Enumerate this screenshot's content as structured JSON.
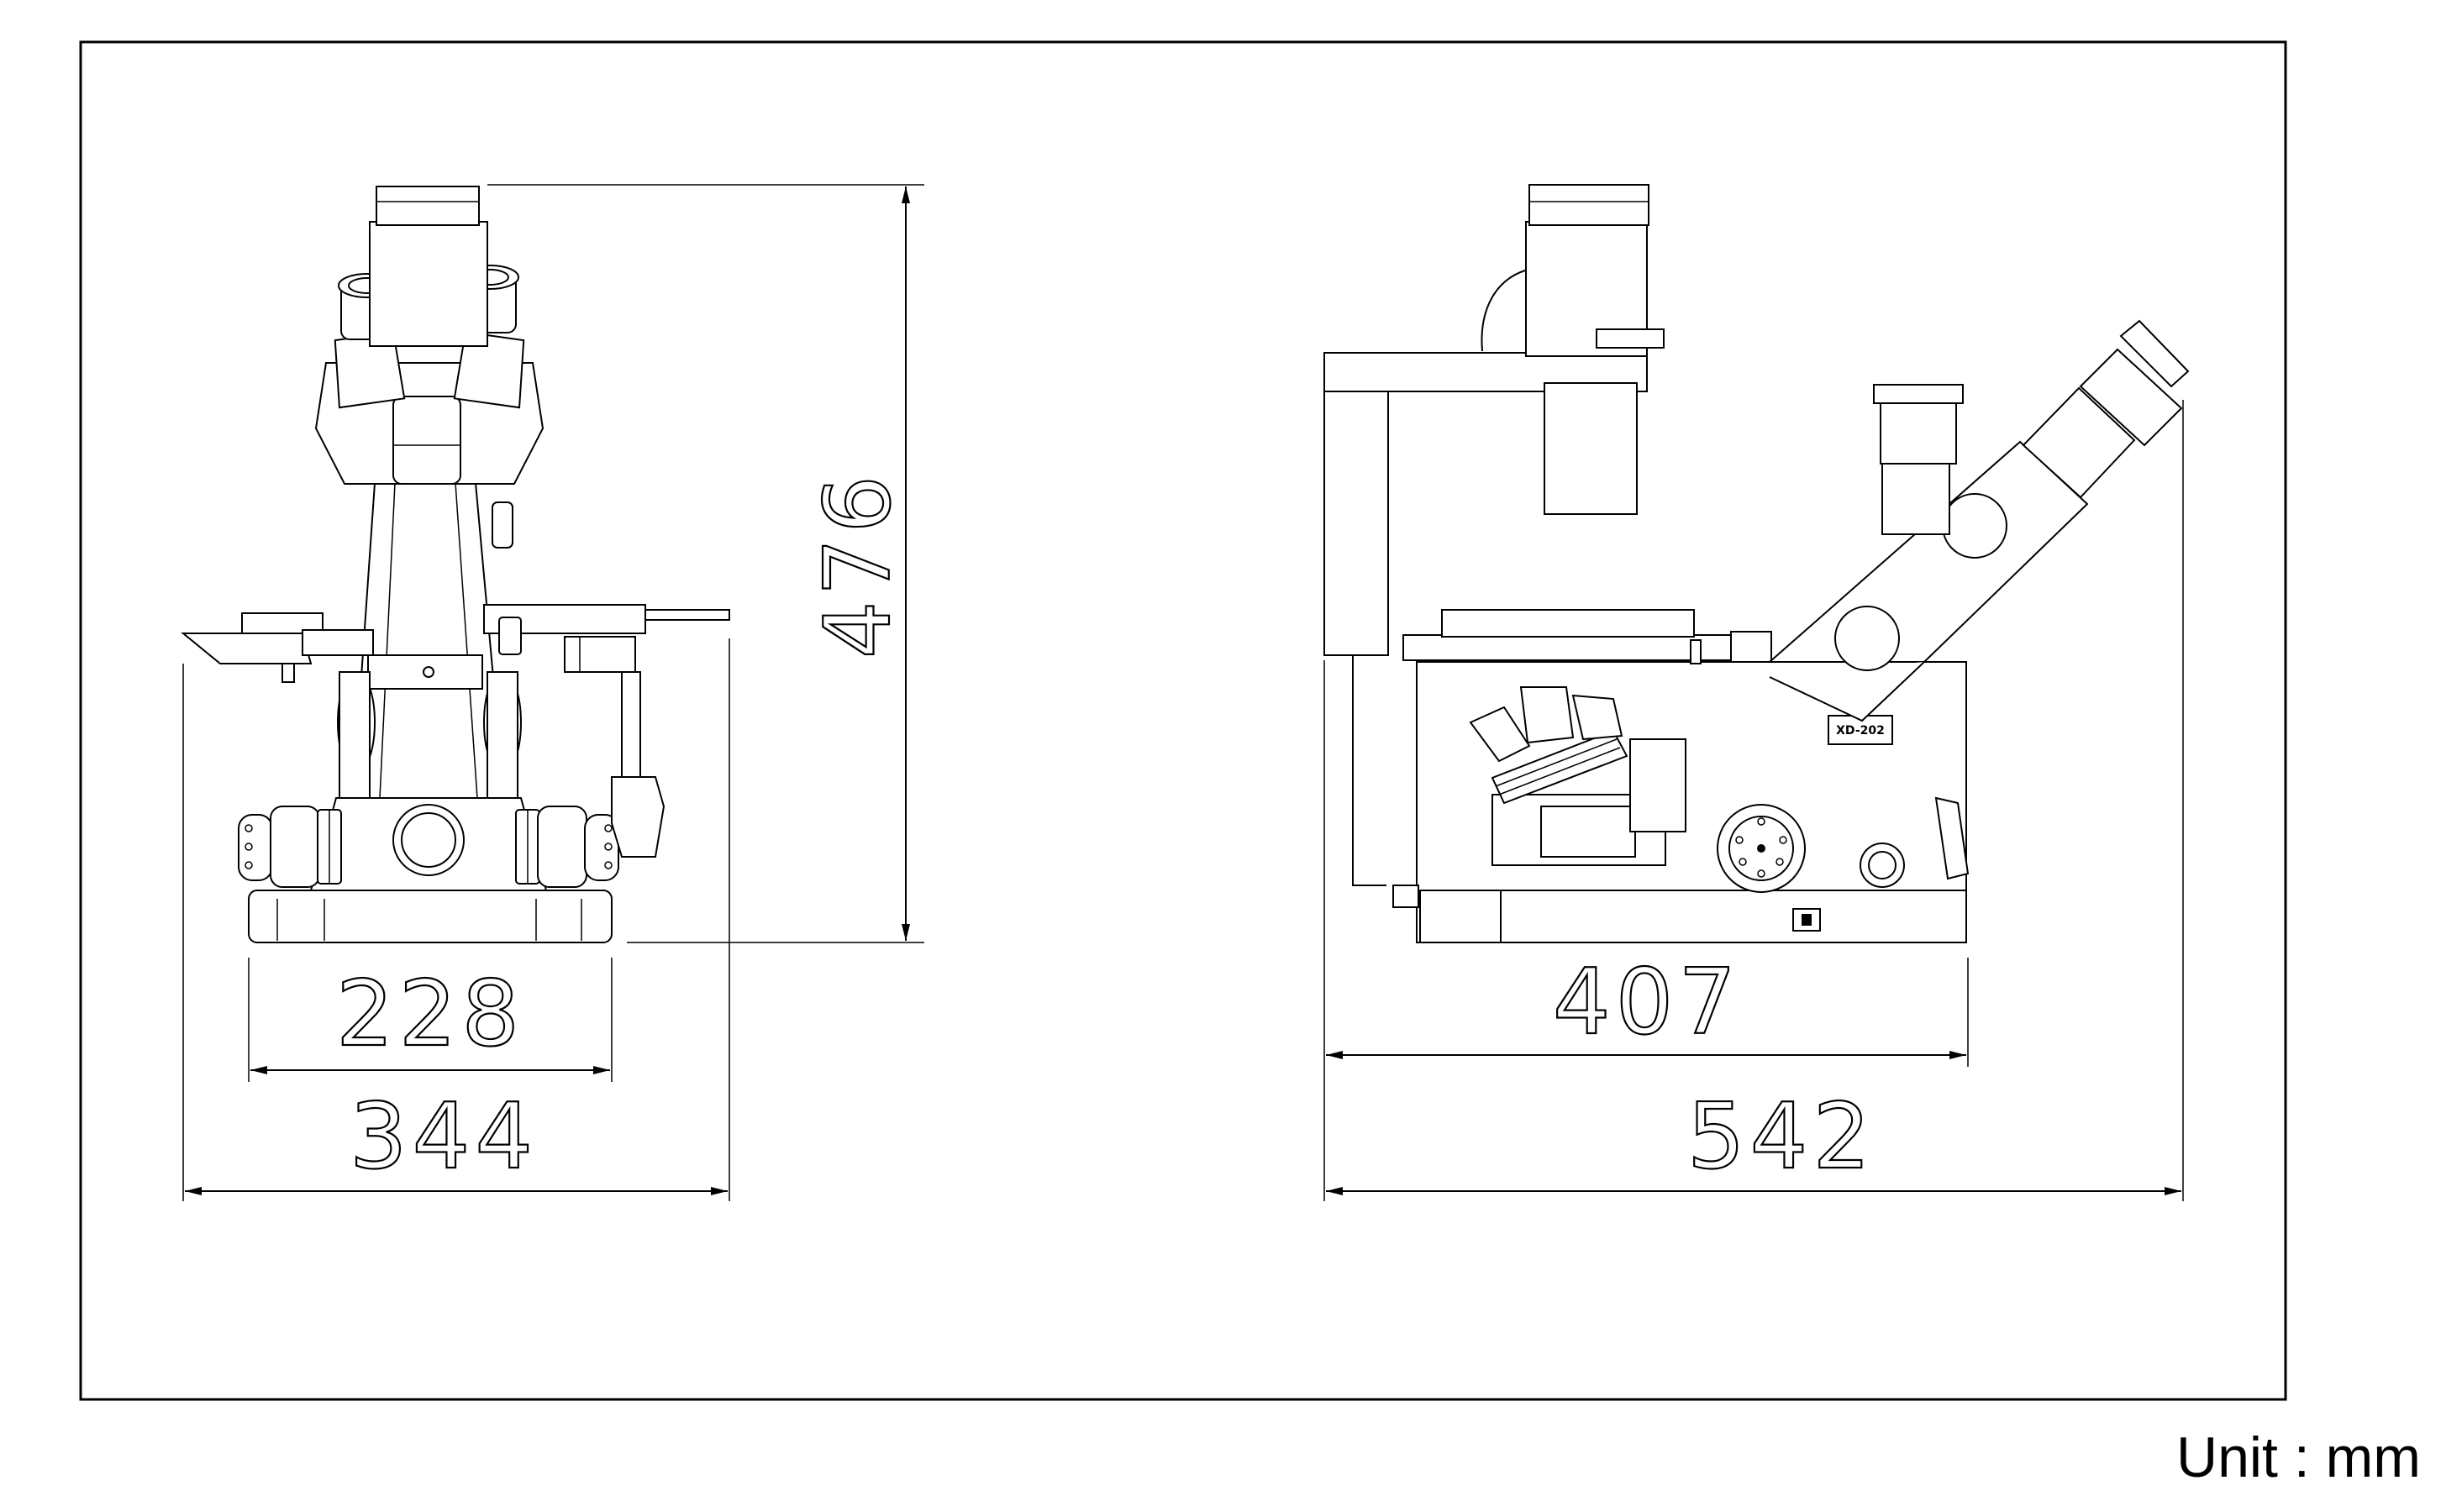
{
  "dimensions": {
    "front_height": "476",
    "front_base_width": "228",
    "front_overall_width": "344",
    "side_base_width": "407",
    "side_overall_width": "542"
  },
  "side_view": {
    "model_badge": "XD-202"
  },
  "unit_label": "Unit : mm"
}
